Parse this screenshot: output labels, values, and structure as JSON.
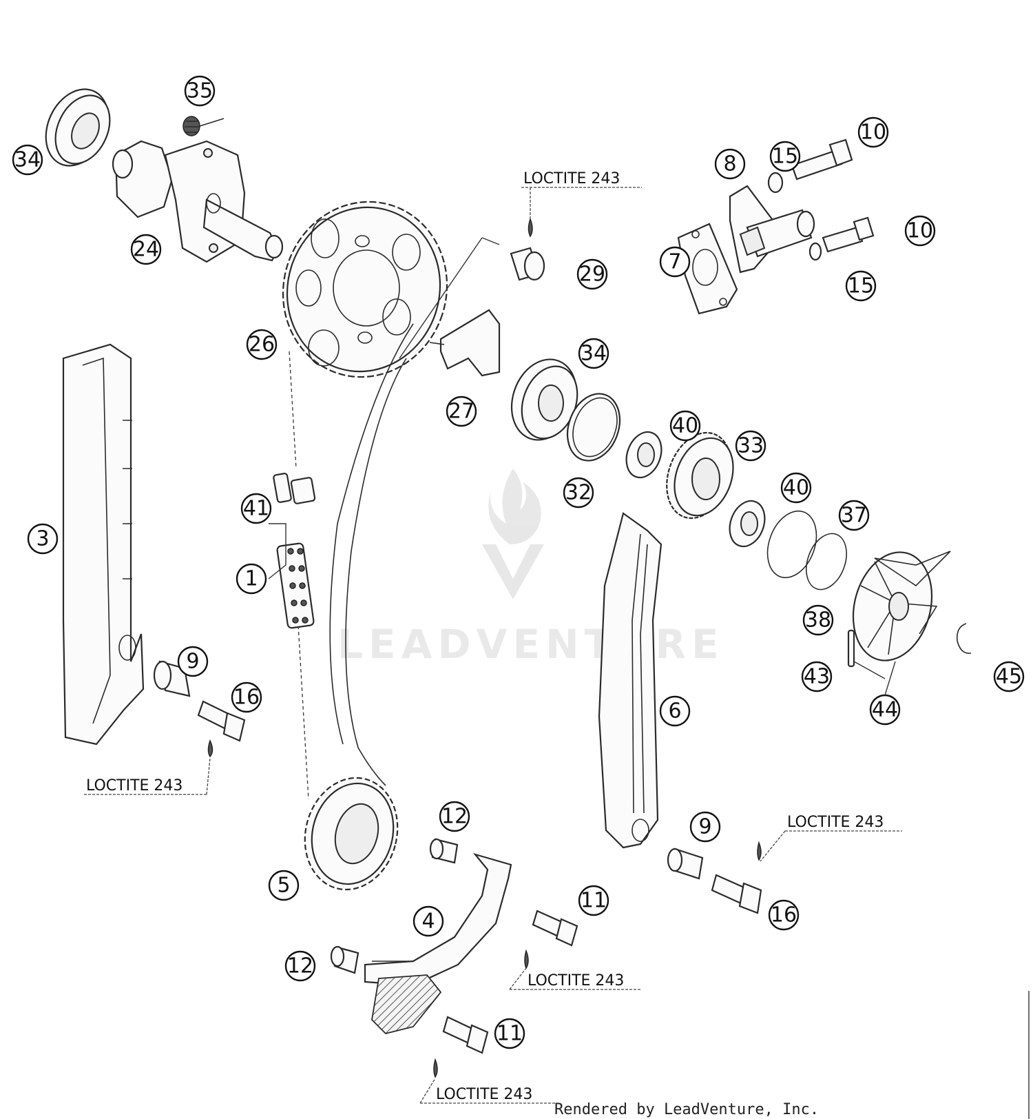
{
  "watermark": {
    "text": "LEADVENTURE"
  },
  "footer": {
    "text": "Rendered by LeadVenture, Inc."
  },
  "loctite_label": "LOCTITE 243",
  "callouts": {
    "c34a": "34",
    "c35": "35",
    "c24": "24",
    "c26": "26",
    "c29": "29",
    "c15a": "15",
    "c10a": "10",
    "c8": "8",
    "c7": "7",
    "c10b": "10",
    "c15b": "15",
    "c27": "27",
    "c34b": "34",
    "c40a": "40",
    "c33": "33",
    "c32": "32",
    "c40b": "40",
    "c37": "37",
    "c38": "38",
    "c3": "3",
    "c41": "41",
    "c1": "1",
    "c9a": "9",
    "c16a": "16",
    "c6": "6",
    "c43": "43",
    "c44": "44",
    "c45": "45",
    "c12a": "12",
    "c5": "5",
    "c4": "4",
    "c9b": "9",
    "c16b": "16",
    "c11a": "11",
    "c12b": "12",
    "c11b": "11"
  }
}
